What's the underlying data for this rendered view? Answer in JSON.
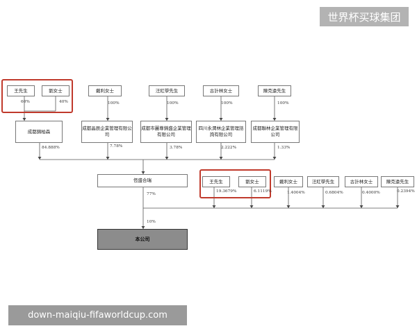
{
  "watermark": {
    "brand": "世界杯买球集团",
    "url": "down-maiqiu-fifaworldcup.com"
  },
  "top_shareholders": [
    {
      "name": "王先生",
      "pct": "60%"
    },
    {
      "name": "劉女士",
      "pct": "40%"
    },
    {
      "name": "戴利女士",
      "pct": "100%"
    },
    {
      "name": "汪紅學先生",
      "pct": "100%"
    },
    {
      "name": "古計林女士",
      "pct": "100%"
    },
    {
      "name": "陳克遠先生",
      "pct": "100%"
    }
  ],
  "entities": [
    {
      "name": "成都錦柏森",
      "pct": "84.888%"
    },
    {
      "name": "成都晶辰企業管理有限公司",
      "pct": "7.78%"
    },
    {
      "name": "成都市麗尊錦盛企業管理有限公司",
      "pct": "3.78%"
    },
    {
      "name": "四川永潤林企業管理諮詢有限公司",
      "pct": "2.222%"
    },
    {
      "name": "成都聯林企業管理有限公司",
      "pct": "1.33%"
    }
  ],
  "hengsheng": {
    "name": "恆盛合瑞",
    "pct": "77%",
    "to_company_pct": "10%"
  },
  "direct_holders": [
    {
      "name": "王先生",
      "pct": "19.3679%"
    },
    {
      "name": "劉女士",
      "pct": "6.1119%"
    },
    {
      "name": "戴利女士",
      "pct": "1.4004%"
    },
    {
      "name": "汪紅學先生",
      "pct": "0.6804%"
    },
    {
      "name": "古計林女士",
      "pct": "0.4000%"
    },
    {
      "name": "陳克遠先生",
      "pct": "0.2394%"
    }
  ],
  "company": {
    "name": "本公司"
  }
}
